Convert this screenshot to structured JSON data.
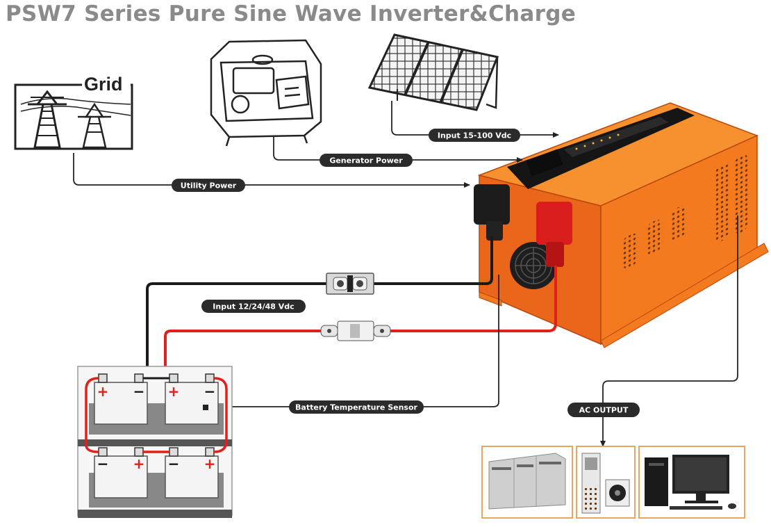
{
  "title": "PSW7 Series Pure Sine Wave Inverter&Charge",
  "labels": {
    "grid": "Grid",
    "utility_power": "Utility Power",
    "generator_power": "Generator Power",
    "solar_input": "Input 15-100 Vdc",
    "battery_input": "Input 12/24/48 Vdc",
    "temp_sensor": "Battery Temperature Sensor",
    "ac_output": "AC OUTPUT"
  },
  "battery_symbols": {
    "plus": "+",
    "minus": "−"
  },
  "colors": {
    "inverter_orange": "#f47a20",
    "positive_cable": "#e0201a",
    "negative_cable": "#1a1a1a",
    "label_pill": "#2b2b2b",
    "title_gray": "#8a8a8a",
    "load_frame": "#e8a75a"
  },
  "icons": [
    "grid-tower-icon",
    "generator-icon",
    "solar-panel-icon",
    "inverter-icon",
    "fuse-icon",
    "battery-icon",
    "cabinet-icon",
    "air-conditioner-icon",
    "computer-icon"
  ]
}
